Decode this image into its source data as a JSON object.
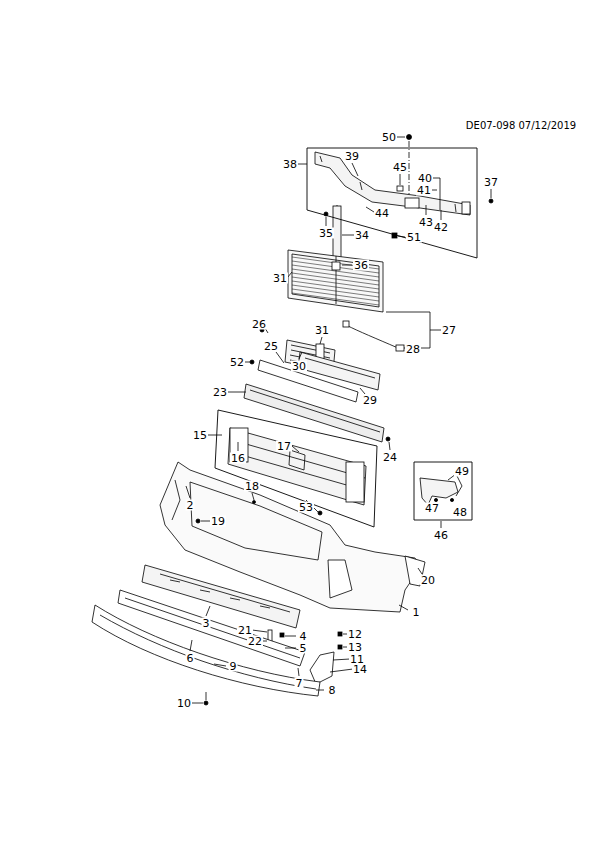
{
  "diagram": {
    "nodes": [
      {
        "text": [
          "38"
        ]
      },
      {
        "text": [
          "15"
        ]
      },
      {
        "text": [
          "46"
        ]
      }
    ],
    "edges": [],
    "labels": [
      "DE07-098 07/12/2019",
      "50",
      "39",
      "45",
      "40",
      "41",
      "37",
      "44",
      "43",
      "42",
      "51",
      "35",
      "34",
      "36",
      "31",
      "27",
      "26",
      "31",
      "28",
      "25",
      "30",
      "52",
      "29",
      "23",
      "17",
      "16",
      "24",
      "49",
      "47",
      "48",
      "18",
      "53",
      "2",
      "19",
      "20",
      "1",
      "3",
      "21",
      "22",
      "4",
      "5",
      "12",
      "13",
      "11",
      "14",
      "6",
      "9",
      "7",
      "8",
      "10"
    ]
  }
}
